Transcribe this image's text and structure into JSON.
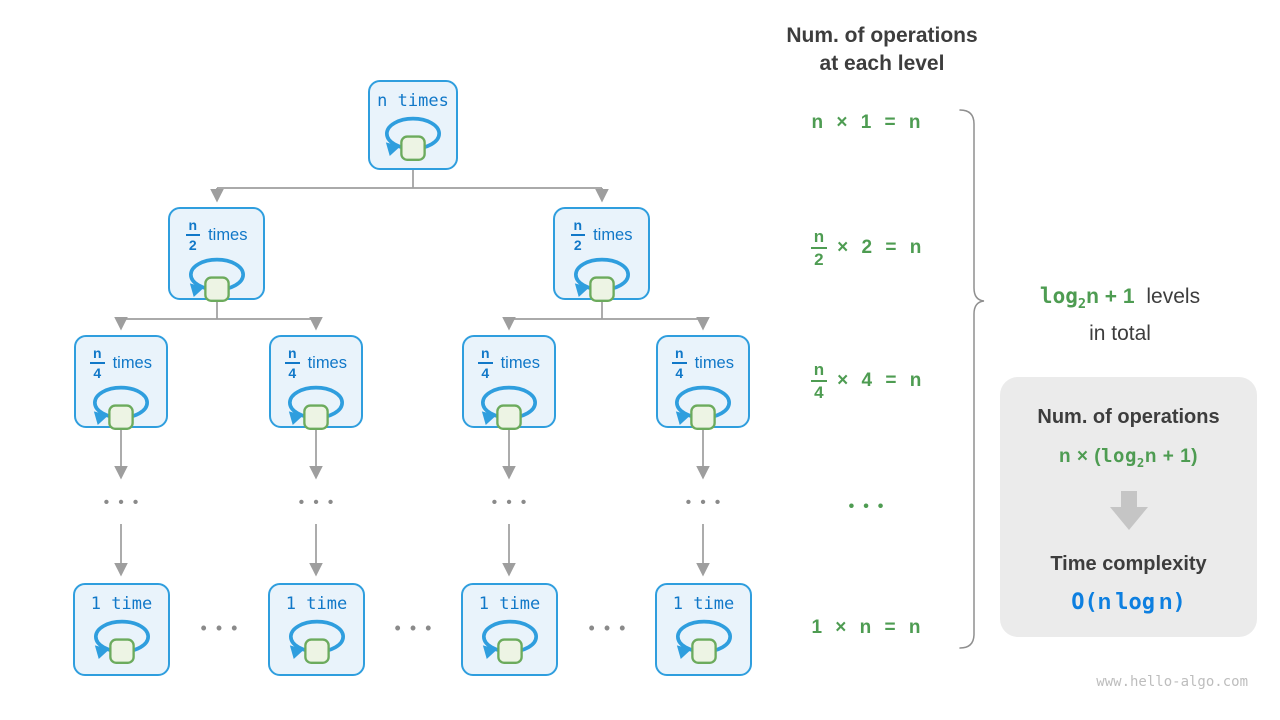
{
  "colors": {
    "node_border_blue": "#2f9ede",
    "node_fill": "#e9f3fb",
    "node_text_blue": "#1178c8",
    "loop_square_fill": "#edf4e4",
    "loop_square_border": "#6cab5d",
    "green_text": "#4e9c52",
    "connector_gray": "#9e9e9e",
    "dark_text": "#3d3d3d",
    "panel_gray": "#ebebeb",
    "complexity_blue": "#0d7fe0"
  },
  "tree": {
    "root": {
      "label": "n times"
    },
    "level2": {
      "numerator": "n",
      "denominator": "2",
      "suffix": "times"
    },
    "level3": {
      "numerator": "n",
      "denominator": "4",
      "suffix": "times"
    },
    "level4": {
      "label": "1 time"
    },
    "column_ellipsis": "•••",
    "row_ellipsis": "•••"
  },
  "annotations": {
    "header_line1": "Num. of operations",
    "header_line2": "at each level",
    "eq_level1": "n × 1 = n",
    "eq_level2": {
      "numerator": "n",
      "denominator": "2",
      "rest": "× 2 = n"
    },
    "eq_level3": {
      "numerator": "n",
      "denominator": "4",
      "rest": "× 4 = n"
    },
    "eq_ellipsis": "•••",
    "eq_level_last": "1 × n = n",
    "brace": {
      "log": "log",
      "sub": "2",
      "after": "n + 1",
      "levels": "levels",
      "line2": "in total"
    }
  },
  "summary": {
    "title": "Num. of operations",
    "formula": {
      "pre": "n × (",
      "log": "log",
      "sub": "2",
      "post": "n + 1)"
    },
    "subtitle": "Time complexity",
    "complexity": {
      "pre": "O(",
      "n1": "n",
      "log": "log",
      "n2": "n",
      "close": ")"
    }
  },
  "watermark": "www.hello-algo.com"
}
